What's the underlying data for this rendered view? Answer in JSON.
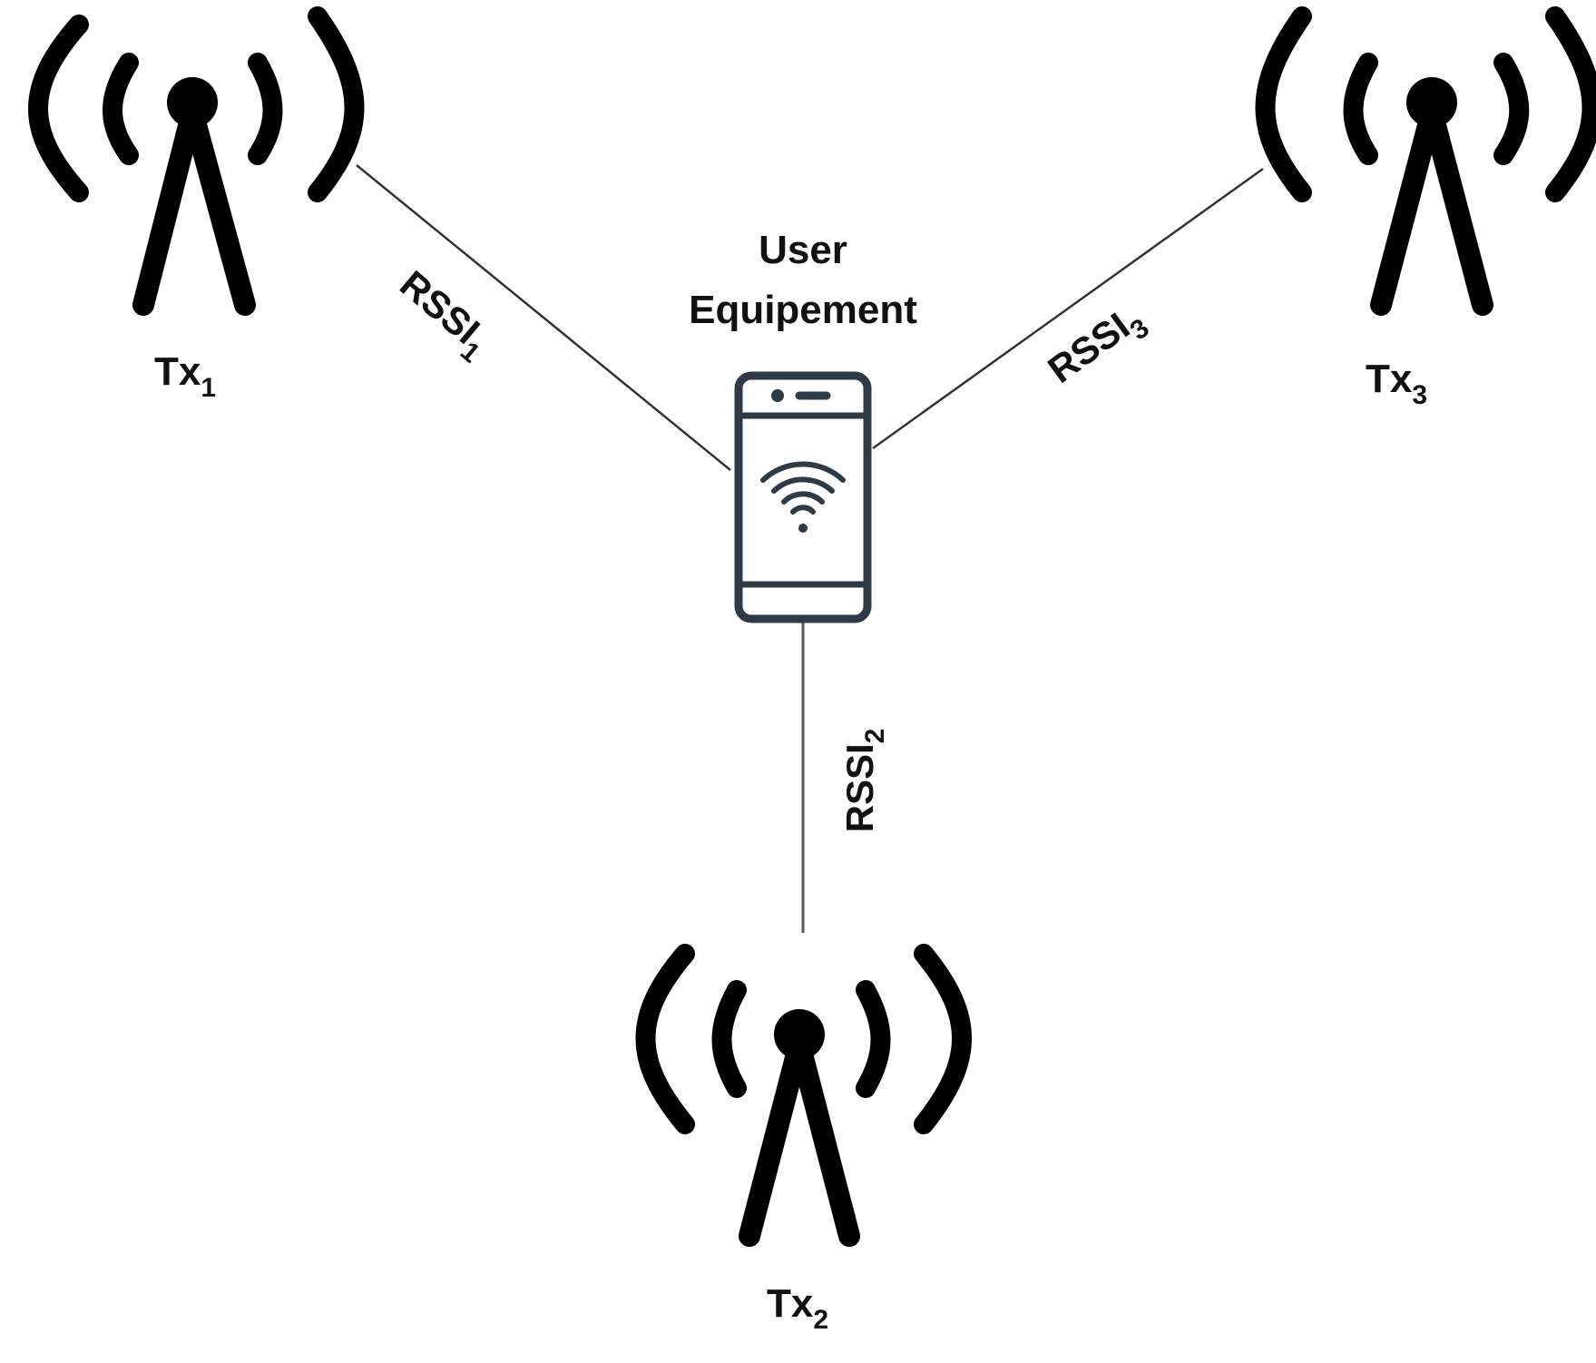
{
  "user_equipment": {
    "label_line1": "User",
    "label_line2": "Equipement"
  },
  "transmitters": [
    {
      "name": "Tx",
      "sub": "1"
    },
    {
      "name": "Tx",
      "sub": "2"
    },
    {
      "name": "Tx",
      "sub": "3"
    }
  ],
  "links": [
    {
      "name": "RSSI",
      "sub": "1"
    },
    {
      "name": "RSSI",
      "sub": "2"
    },
    {
      "name": "RSSI",
      "sub": "3"
    }
  ],
  "colors": {
    "ink": "#111111",
    "device": "#2e3a45",
    "link_line": "#333333",
    "background": "#ffffff"
  }
}
